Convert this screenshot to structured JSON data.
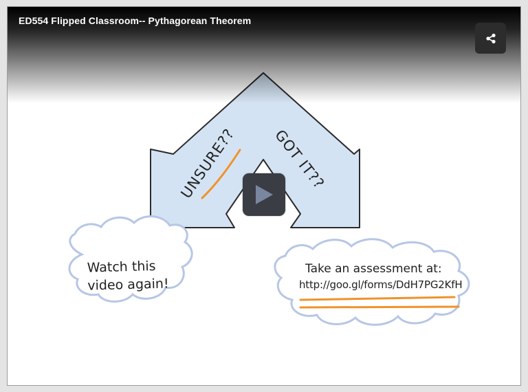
{
  "video": {
    "title": "ED554 Flipped Classroom-- Pythagorean Theorem"
  },
  "controls": {
    "share_icon": "share-icon",
    "play_icon": "play-icon"
  },
  "slide": {
    "left_arrow_label": "UNSURE??",
    "right_arrow_label": "GOT IT??",
    "left_cloud_text": "Watch this video again!",
    "right_cloud_line1": "Take an assessment at:",
    "right_cloud_url": "http://goo.gl/forms/DdH7PG2KfH"
  },
  "colors": {
    "arrow_fill": "#d4e3f3",
    "cloud_outline": "#b7c6e6",
    "underline_orange": "#f0922a",
    "play_button": "#3a3d44"
  }
}
